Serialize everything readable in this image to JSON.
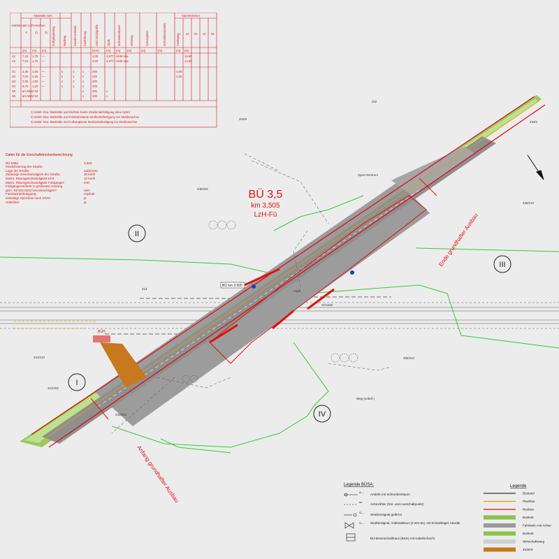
{
  "table": {
    "head_col1": "Antrieb oder Licht-zeichen",
    "head_abstaende": "Abstände vom",
    "head_sperrstrecken": "Sperrstrecken",
    "sub_heads": [
      "S",
      "2)",
      "3)",
      "Fußgängerweg",
      "Radweg",
      "Anzahl Antriebe",
      "Ausführung",
      "LED Strichgröße",
      "Optik",
      "Schrankenbaum",
      "Gehweg",
      "Schutzgitter",
      "Schrankenantrieb",
      "Ausleger"
    ],
    "sperr_heads": [
      "s1",
      "s2",
      "s3",
      "s4",
      "s5"
    ],
    "units": [
      "(m)",
      "(m)",
      "(m)",
      "(mm)",
      "(m)",
      "(m)",
      "(m)",
      "(m)",
      "(m)",
      "(m)",
      "(m)"
    ],
    "rows": [
      [
        "A1",
        "7,15",
        "1,75",
        "—",
        "",
        "",
        "",
        "4,00",
        "4,977",
        "HSM 10a",
        "",
        "",
        "14,50"
      ],
      [
        "A2",
        "7,04",
        "1,75",
        "—",
        "",
        "",
        "",
        "4,00",
        "4,977",
        "HSM 10a",
        "",
        "",
        "14,50"
      ],
      [
        "S1",
        "2,35",
        "1,50",
        "—",
        "x",
        "1",
        "x",
        "200",
        "",
        "",
        "",
        "1,00",
        ""
      ],
      [
        "S2",
        "7,04",
        "1,50",
        "—",
        "x",
        "1",
        "x",
        "200",
        "",
        "",
        "",
        "1,00",
        ""
      ],
      [
        "S3",
        "2,05",
        "1,50",
        "—",
        "x",
        "1",
        "x",
        "200",
        "",
        "",
        "",
        "",
        ""
      ],
      [
        "S4",
        "9,70",
        "1,50",
        "—",
        "x",
        "1",
        "x",
        "200",
        "",
        "",
        "",
        "",
        ""
      ],
      [
        "S5",
        "am Mast S3",
        "",
        "",
        "",
        "",
        "x",
        "200",
        "x",
        "",
        "",
        "",
        ""
      ],
      [
        "S6",
        "am Mast S4",
        "",
        "",
        "",
        "",
        "x",
        "200",
        "x",
        "",
        "",
        "",
        ""
      ]
    ],
    "footnotes": [
      "1) Seitel- bzw. Mastmitte und nächste Kante Straßenbefestigung (eine Seite)",
      "2) Seitel- bzw. Mastmitte und Fahrbahnkante Straßenbefestigung zur Straßenachse",
      "3) Seitel- bzw. Mastmitte und Fußwegkante Straßenbefestigung zur Straßenachse"
    ]
  },
  "info": {
    "title": "Daten für die Einschaltstreckenberechnung",
    "rows": [
      [
        "BÜ-Mitte:",
        "3,505"
      ],
      [
        "Klassifizierung der Straße:",
        ""
      ],
      [
        "Lage der Straße:",
        "außerorts"
      ],
      [
        "Zulässige Geschwindigkeit der Straße:",
        "30 km/h"
      ],
      [
        "Minim. Räumgeschwindigkeit KFZ:",
        "10 km/h"
      ],
      [
        "Minim. Räumgeschwindigkeit Fußgänger:",
        "entf."
      ],
      [
        "Fußgängerverkehr in größerem Umfang",
        ""
      ],
      [
        "gem. Ril 815.0033 berücksichtigen?",
        "nein"
      ],
      [
        "Fahrbahnbefestigung:",
        "Asphalt"
      ],
      [
        "einseitige Sperrlinie nach StVO:",
        "ja"
      ],
      [
        "Haltelinie:",
        "ja"
      ]
    ]
  },
  "title": {
    "line1": "BÜ 3,5",
    "line2": "km 3,505",
    "line3": "LzH-Fü"
  },
  "quadrants": [
    "I",
    "II",
    "III",
    "IV"
  ],
  "labels": {
    "bue_marker": "BÜ km 3.505",
    "schotter": "Schotter",
    "asph": "Asph",
    "sport": "Sport-Zentrum",
    "weg_unbef": "Weg (unbef.)",
    "ende_ausbau": "Ende grundhafter Ausbau",
    "anfang_ausbau": "Anfang grundhafter Ausbau",
    "bue_box": "BÜH",
    "parcels": [
      "202/5",
      "346/202",
      "346/213",
      "234/2",
      "213",
      "341/213",
      "342/213",
      "305/213",
      "421/202",
      "202"
    ]
  },
  "legend_busa": {
    "title": "Legende BÜSA:",
    "items": [
      {
        "sym": "A—",
        "text": "Antrieb mit Schrankenbaum"
      },
      {
        "sym": "az",
        "text": "Achszähler (Ein- und Ausschaltpunkt)"
      },
      {
        "sym": "S—",
        "text": "Straßensignal gelb/rot"
      },
      {
        "sym": "S—",
        "text": "Straßensignal, Andreaskreuz (Z 201-51), mit Schutzbügel, Akustik"
      },
      {
        "sym": "",
        "text": "BÜ-Betonschalthaus (BSH) mit Kabelschacht"
      }
    ]
  },
  "legend": {
    "title": "Legende",
    "items": [
      {
        "label": "Bestand",
        "color": "#333333",
        "kind": "line"
      },
      {
        "label": "Planflow",
        "color": "#e8a000",
        "kind": "line"
      },
      {
        "label": "Neubau",
        "color": "#e01010",
        "kind": "line"
      },
      {
        "label": "Bankett",
        "color": "#8bc34a",
        "kind": "band"
      },
      {
        "label": "Fahrbahn mit Achse",
        "color": "#9a9a9a",
        "kind": "band"
      },
      {
        "label": "Bankett",
        "color": "#8bc34a",
        "kind": "band"
      },
      {
        "label": "Wirtschaftsweg",
        "color": "#cfcfcf",
        "kind": "band"
      },
      {
        "label": "Zufahrt",
        "color": "#c8781e",
        "kind": "band"
      }
    ]
  },
  "colors": {
    "red": "#e01010",
    "green": "#8bc34a",
    "road": "#9a9a9a",
    "orange": "#c8781e"
  }
}
